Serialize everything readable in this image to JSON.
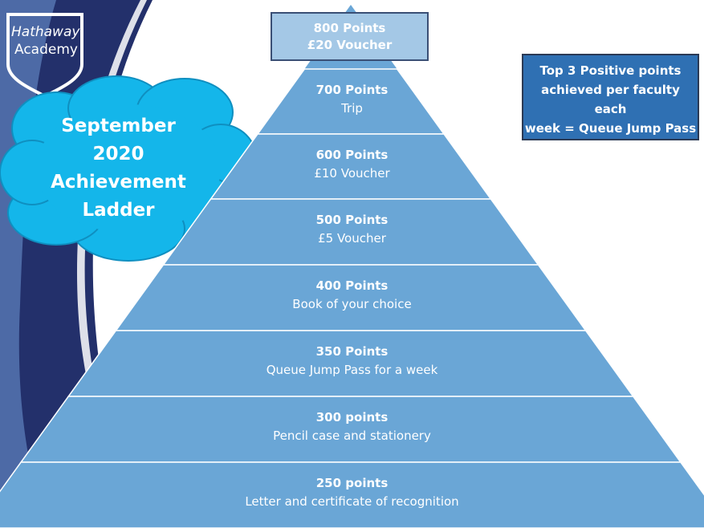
{
  "logo": {
    "line1": "Hathaway",
    "line2": "Academy"
  },
  "title": {
    "line1": "September",
    "line2": "2020",
    "line3": "Achievement",
    "line4": "Ladder"
  },
  "top_reward": {
    "points": "800 Points",
    "prize": "£20 Voucher"
  },
  "info_box": {
    "line1": "Top 3 Positive points",
    "line2": "achieved per faculty each",
    "line3": "week = Queue Jump Pass"
  },
  "ladder": [
    {
      "points": "700 Points",
      "prize": "Trip"
    },
    {
      "points": "600 Points",
      "prize": "£10 Voucher"
    },
    {
      "points": "500 Points",
      "prize": "£5 Voucher"
    },
    {
      "points": "400 Points",
      "prize": "Book of your choice"
    },
    {
      "points": "350 Points",
      "prize": "Queue Jump Pass for a week"
    },
    {
      "points": "300 points",
      "prize": "Pencil case and stationery"
    },
    {
      "points": "250 points",
      "prize": "Letter and certificate of recognition"
    }
  ],
  "colors": {
    "pyramid_fill": "#6aa6d6",
    "pyramid_lines": "#ffffff",
    "top_box_fill": "#a4c8e6",
    "info_box_fill": "#2f70b3",
    "cloud_fill": "#14b6ea",
    "stripe_dark": "#23306b",
    "stripe_light": "#4d6aa6"
  }
}
